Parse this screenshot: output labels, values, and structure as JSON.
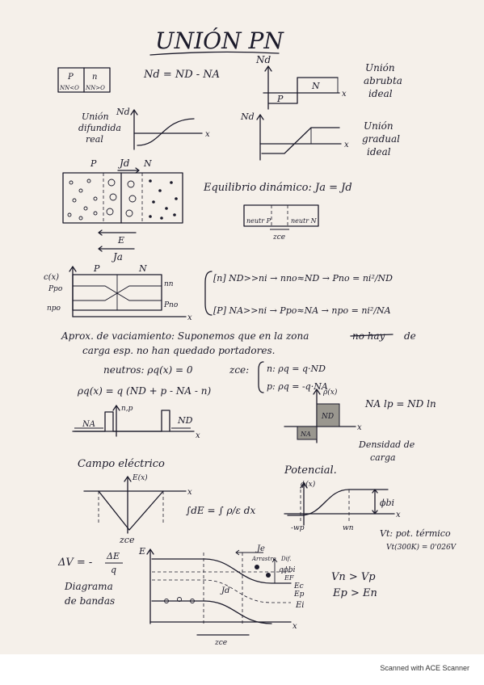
{
  "title": "UNIÓN PN",
  "block": {
    "p": "P",
    "n": "n",
    "p_sub": "NN<O",
    "n_sub": "NN>O"
  },
  "eq_nd": "Nd = ND - NA",
  "abrupt": {
    "axis_y": "Nd",
    "axis_x": "x",
    "p": "P",
    "n": "N",
    "label": [
      "Unión",
      "abrubta",
      "ideal"
    ]
  },
  "diffused": {
    "axis_y": "Nd",
    "axis_x": "x",
    "label": [
      "Unión",
      "difundida",
      "real"
    ]
  },
  "gradual": {
    "axis_y": "Nd",
    "axis_x": "x",
    "label": [
      "Unión",
      "gradual",
      "ideal"
    ]
  },
  "junction": {
    "p": "P",
    "jd": "Jd",
    "n": "N",
    "field": "E",
    "ja": "Ja"
  },
  "equilibrium": {
    "text": "Equilibrio dinámico:  Ja = Jd",
    "neutr_p": "neutr P",
    "neutr_n": "neutr N",
    "zce": "zce"
  },
  "conc": {
    "c_axis": "c(x)",
    "p": "P",
    "n": "N",
    "ppo": "Ppo",
    "npo": "npo",
    "nn": "nn",
    "pno": "Pno",
    "x": "x"
  },
  "conc_eq": {
    "n_line": "[n]  ND>>ni → nno≈ND → Pno = ni²/ND",
    "p_line": "[P]  NA>>ni → Ppo≈NA → npo = ni²/NA"
  },
  "vaciamiento": {
    "line1": "Aprox. de vaciamiento: Suponemos que en la zona",
    "strike": "no hay",
    "line1_end": "de",
    "line2": "carga esp. no han quedado portadores.",
    "neutros": "neutros:  ρq(x) = 0",
    "zce": "zce:",
    "zce_n": "n: ρq = q·ND",
    "zce_p": "p: ρq = -q·NA",
    "rho": "ρq(x) = q (ND + p - NA - n)"
  },
  "doping": {
    "na": "NA",
    "nd": "ND",
    "np": "n,p",
    "x": "x"
  },
  "charge": {
    "rho": "ρ(x)",
    "nd": "ND",
    "na": "NA",
    "eq": "NA lp = ND ln",
    "label": [
      "Densidad de",
      "carga"
    ],
    "x": "x"
  },
  "field": {
    "title": "Campo eléctrico",
    "e": "E(x)",
    "x": "x",
    "zce": "zce"
  },
  "integral": "∫dE = ∫ ρ/ε dx",
  "potential": {
    "title": "Potencial.",
    "phi": "ϕ(x)",
    "phibi": "ϕbi",
    "wp": "-wp",
    "wn": "wn",
    "x": "x",
    "vt": "Vt: pot. térmico",
    "vt300": "Vt(300K) = 0'026V"
  },
  "bands": {
    "dv": "ΔV = -",
    "frac_num": "ΔE",
    "frac_den": "q",
    "title": [
      "Diagrama",
      "de bandas"
    ],
    "e_axis": "E",
    "je": "Je",
    "arrastre": "Arrastre",
    "dif": "Dif.",
    "qphibi": "qϕbi",
    "ef": "EF",
    "ec": "Ec",
    "ep": "Ep",
    "ei": "Ei",
    "jd": "Jd",
    "zce": "zce",
    "x": "x",
    "vn": "Vn > Vp",
    "en": "Ep > En"
  },
  "footer": "Scanned with ACE Scanner"
}
